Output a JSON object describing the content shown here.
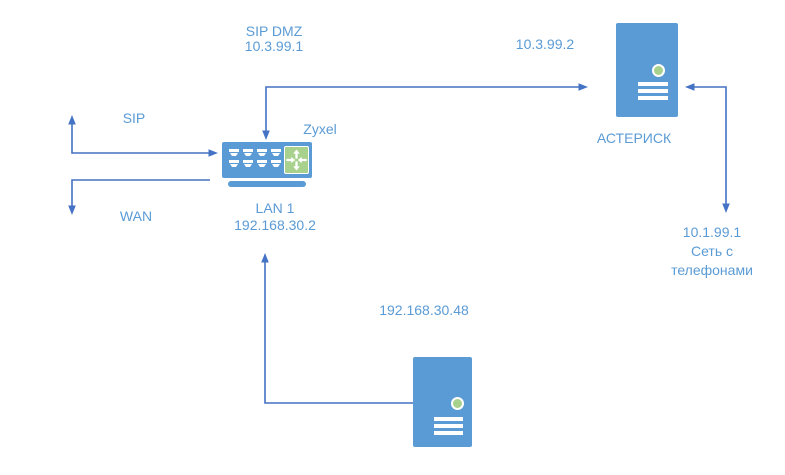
{
  "colors": {
    "background": "#ffffff",
    "device_fill": "#5b9bd5",
    "connector_blue": "#4472c4",
    "label_blue": "#5b9bd5",
    "led_green": "#a9d18e",
    "glyph_white": "#ffffff"
  },
  "labels": {
    "dmz_title": "SIP DMZ",
    "dmz_ip": "10.3.99.1",
    "asterisk_dmz_ip": "10.3.99.2",
    "router_name": "Zyxel",
    "router_lan_label": "LAN 1",
    "router_lan_ip": "192.168.30.2",
    "sip": "SIP",
    "wan": "WAN",
    "asterisk_name": "АСТЕРИСК",
    "phones_ip": "10.1.99.1",
    "phones_caption_1": "Сеть с",
    "phones_caption_2": "телефонами",
    "pc_ip": "192.168.30.48"
  },
  "icons": {
    "router": "router-icon",
    "route_arrows": "route-arrows-icon",
    "server": "server-tower-icon",
    "led": "status-led-icon",
    "ports": "ethernet-ports-icon"
  }
}
